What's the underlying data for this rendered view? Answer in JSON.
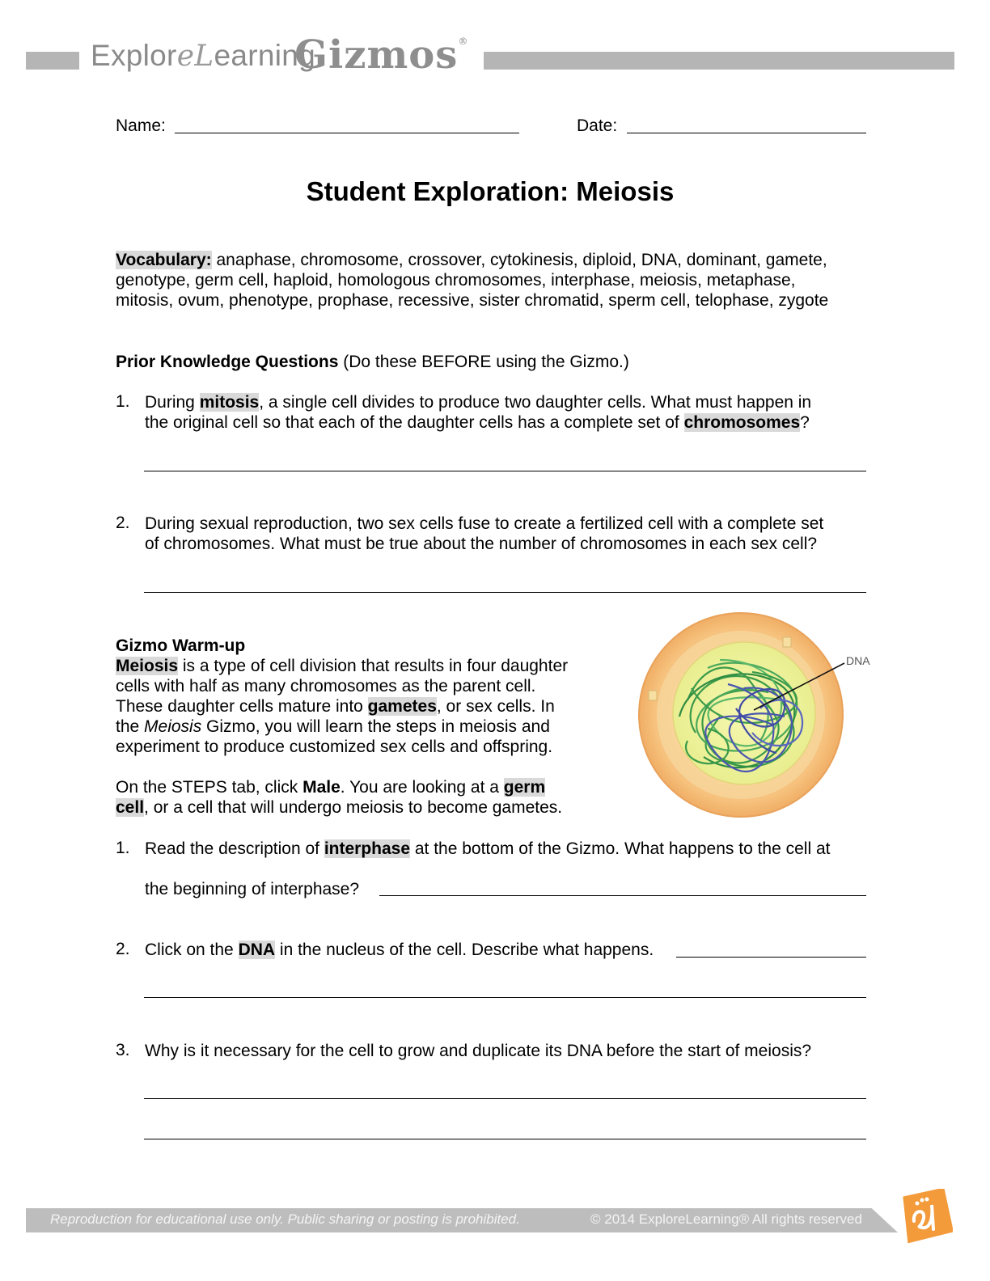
{
  "header": {
    "brand_explore": "Explor",
    "brand_script": "eL",
    "brand_earning": "earning",
    "brand_gizmos": "Gizmos",
    "brand_reg": "®"
  },
  "fields": {
    "name_label": "Name:",
    "date_label": "Date:"
  },
  "title": "Student Exploration: Meiosis",
  "vocabulary": {
    "label": "Vocabulary:",
    "line1": " anaphase, chromosome, crossover, cytokinesis, diploid, DNA, dominant, gamete,",
    "line2": "genotype, germ cell, haploid, homologous chromosomes, interphase, meiosis, metaphase,",
    "line3": "mitosis, ovum, phenotype, prophase, recessive, sister chromatid, sperm cell, telophase, zygote"
  },
  "prior": {
    "heading": "Prior Knowledge Questions",
    "note": " (Do these BEFORE using the Gizmo.)",
    "q1": {
      "num": "1.",
      "a": "During ",
      "hl1": "mitosis",
      "b": ", a single cell divides to produce two daughter cells. What must happen in",
      "c": "the original cell so that each of the daughter cells has a complete set of ",
      "hl2": "chromosomes",
      "d": "?"
    },
    "q2": {
      "num": "2.",
      "line1": "During sexual reproduction, two sex cells fuse to create a fertilized cell with a complete set",
      "line2": "of chromosomes. What must be true about the number of chromosomes in each sex cell?"
    }
  },
  "warmup": {
    "heading": "Gizmo Warm-up",
    "p1_hl": "Meiosis",
    "p1_a": " is a type of cell division that results in four daughter",
    "p1_b": "cells with half as many chromosomes as the parent cell.",
    "p1_c": "These daughter cells mature into ",
    "p1_hl2": "gametes",
    "p1_d": ", or sex cells. In",
    "p1_e": "the ",
    "p1_ital": "Meiosis",
    "p1_f": " Gizmo, you will learn the steps in meiosis and",
    "p1_g": "experiment to produce customized sex cells and offspring.",
    "p2_a": "On the STEPS tab, click ",
    "p2_b": "Male",
    "p2_c": ". You are looking at a ",
    "p2_hl": "germ",
    "p2_hl2": "cell",
    "p2_d": ", or a cell that will undergo meiosis to become gametes.",
    "image_label": "DNA",
    "q1": {
      "num": "1.",
      "a": "Read the description of ",
      "hl": "interphase",
      "b": " at the bottom of the Gizmo. What happens to the cell at",
      "c": "the beginning of interphase?"
    },
    "q2": {
      "num": "2.",
      "a": "Click on the ",
      "hl": "DNA",
      "b": " in the nucleus of the cell. Describe what happens."
    },
    "q3": {
      "num": "3.",
      "text": "Why is it necessary for the cell to grow and duplicate its DNA before the start of meiosis?"
    }
  },
  "footer": {
    "left": "Reproduction for educational use only. Public sharing or posting is prohibited.",
    "right": "© 2014 ExploreLearning® All rights reserved"
  },
  "colors": {
    "highlight": "#d9d9d9",
    "cell_outer": "#f2b56b",
    "cell_inner": "#fbe7b5",
    "nucleus": "#eef29a",
    "dna_green": "#3a9a4a",
    "dna_blue": "#4a56b0",
    "logo": "#f39a3a"
  }
}
